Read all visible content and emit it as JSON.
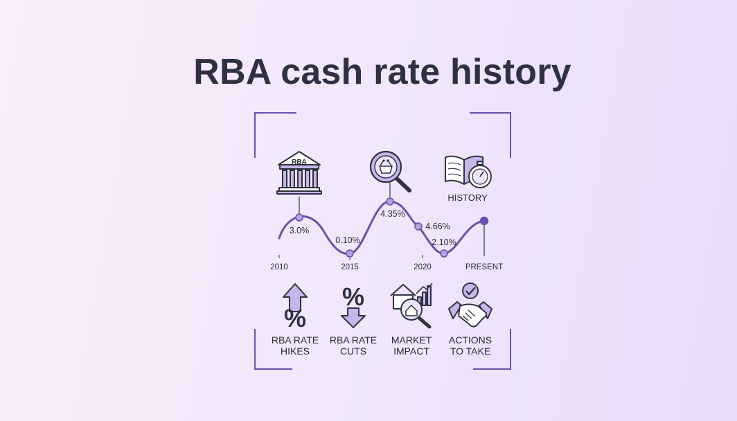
{
  "title": "RBA cash rate history",
  "colors": {
    "accent": "#6b4fa8",
    "accent_fill": "#c7b5ec",
    "point_fill": "#b5a0e0",
    "text": "#2f3140",
    "frame": "#6b4fa8"
  },
  "top_icons": [
    {
      "name": "bank-building-icon",
      "label": "RBA"
    },
    {
      "name": "magnifier-basket-icon",
      "label": ""
    },
    {
      "name": "book-stopwatch-icon",
      "label": "HISTORY"
    }
  ],
  "timeline": {
    "year_labels": [
      "2010",
      "2015",
      "2020",
      "PRESENT"
    ],
    "rate_labels": [
      "3.0%",
      "0.10%",
      "4.35%",
      "4.66%",
      "2.10%"
    ]
  },
  "categories": [
    {
      "icon": "percent-up-arrow-icon",
      "line1": "RBA RATE",
      "line2": "HIKES"
    },
    {
      "icon": "percent-down-arrow-icon",
      "line1": "RBA RATE",
      "line2": "CUTS"
    },
    {
      "icon": "house-magnifier-chart-icon",
      "line1": "MARKET",
      "line2": "IMPACT"
    },
    {
      "icon": "handshake-check-icon",
      "line1": "ACTIONS",
      "line2": "TO TAKE"
    }
  ]
}
